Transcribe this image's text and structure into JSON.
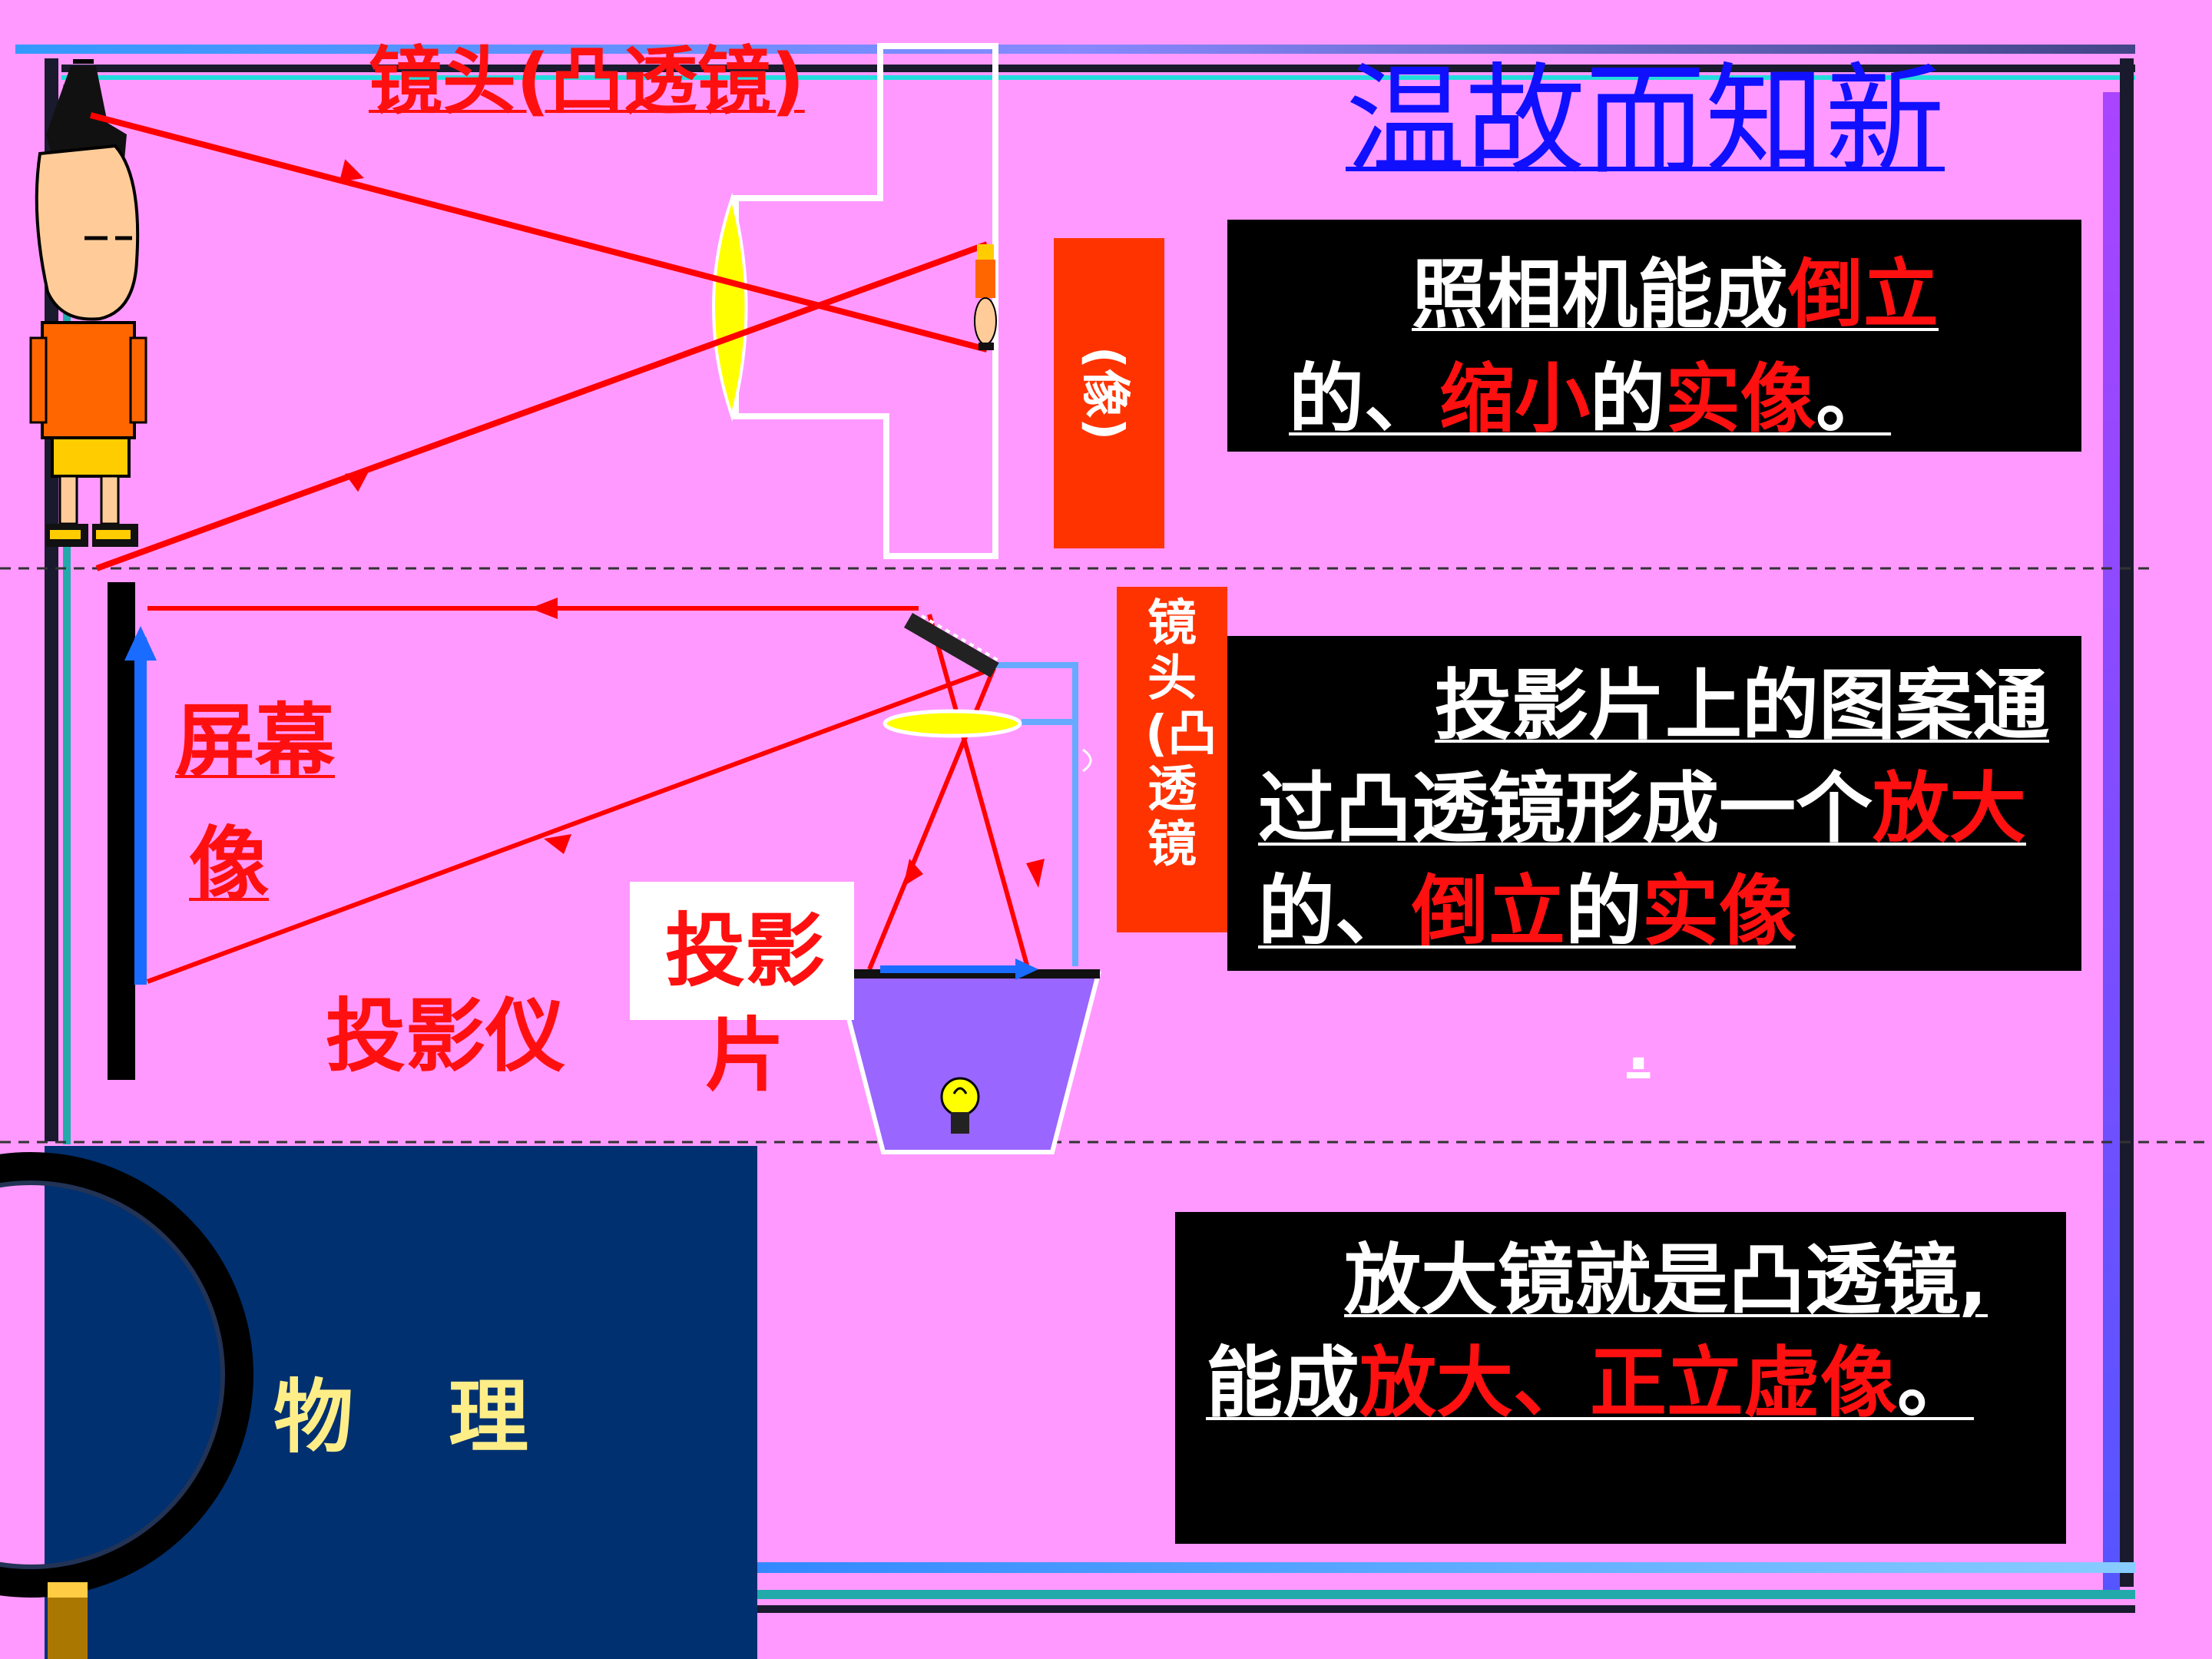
{
  "title": "温故而知新",
  "colors": {
    "background": "#ff99ff",
    "ray": "#ff0000",
    "title_blue": "#1010ff",
    "panel": "#000000",
    "brand_block": "#003070",
    "highlight": "#ff1010",
    "lens_fill": "#ffff00"
  },
  "camera_section": {
    "lens_label": "镜头(凸透镜)",
    "image_label": "(像)",
    "icons": [
      "person-object-icon",
      "small-inverted-person-icon",
      "camera-body-icon",
      "convex-lens-icon"
    ],
    "statement": [
      {
        "text": "照相机能成",
        "hl": false
      },
      {
        "text": "倒立",
        "hl": true
      },
      {
        "text": "的、",
        "hl": false
      },
      {
        "text": "缩小",
        "hl": true
      },
      {
        "text": "的",
        "hl": false
      },
      {
        "text": "实像",
        "hl": true
      },
      {
        "text": "。",
        "hl": false
      }
    ]
  },
  "projector_section": {
    "screen_label": "屏幕",
    "image_label": "像",
    "device_label": "投影仪",
    "slide_label": "投影片",
    "lens_label": "镜头(凸透镜",
    "icons": [
      "screen-icon",
      "mirror-icon",
      "light-bulb-icon",
      "projector-base-icon",
      "slide-arrow-icon"
    ],
    "statement": [
      {
        "text": "投影片上的图案通过凸透镜形成一个",
        "hl": false
      },
      {
        "text": "放大",
        "hl": true
      },
      {
        "text": "的、",
        "hl": false
      },
      {
        "text": "倒立",
        "hl": true
      },
      {
        "text": "的",
        "hl": false
      },
      {
        "text": "实像",
        "hl": true
      }
    ],
    "trailing_mark": "."
  },
  "magnifier_section": {
    "statement": [
      {
        "text": "放大镜就是凸透镜, 能成",
        "hl": false
      },
      {
        "text": "放大、正立虚像",
        "hl": true
      },
      {
        "text": "。",
        "hl": false
      }
    ]
  },
  "brand": {
    "subject": "物　理",
    "icons": [
      "magnifying-glass-icon"
    ]
  }
}
